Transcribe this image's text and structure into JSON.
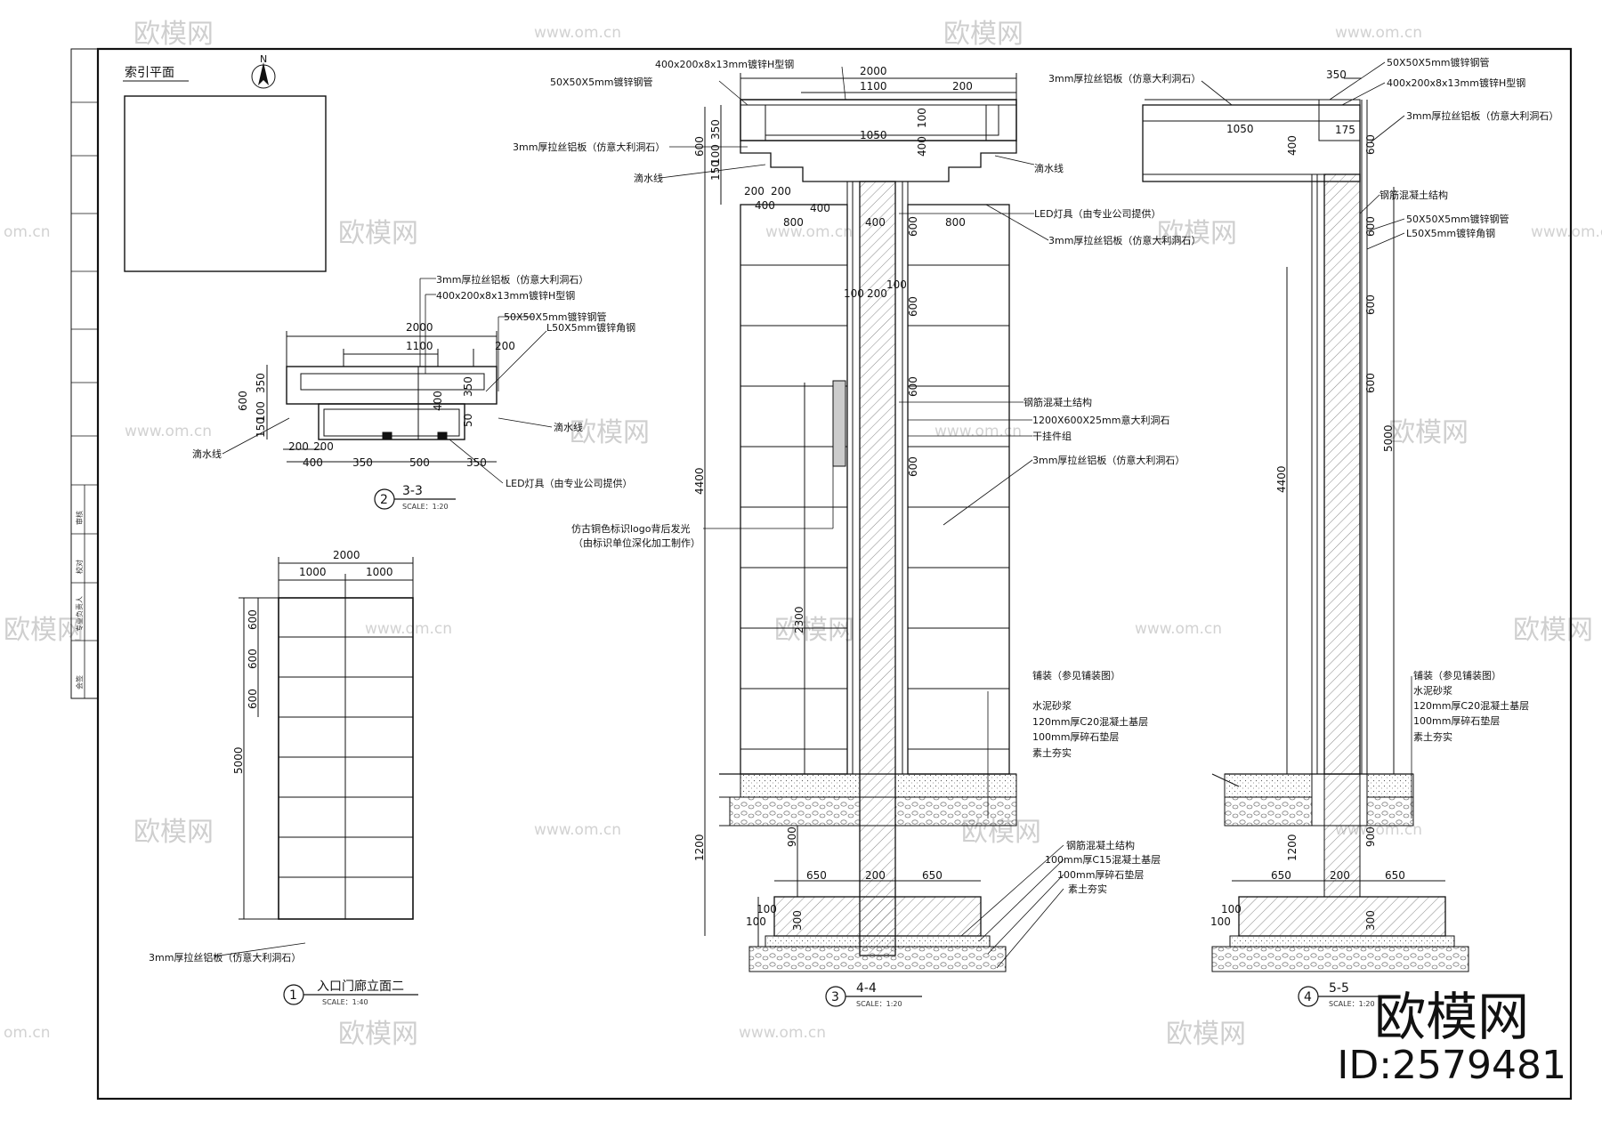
{
  "watermark": {
    "text": "欧模网",
    "url": "www.om.cn",
    "url_cut": "om.cn",
    "text_cut": "欧模网"
  },
  "brand": {
    "name": "欧模网",
    "id": "ID:2579481"
  },
  "north": "N",
  "index_plan": {
    "title": "索引平面"
  },
  "title_block": {
    "rows": [
      "会签",
      "专业负责人",
      "校对",
      "审核"
    ]
  },
  "section_33": {
    "number": "2",
    "title": "3-3",
    "scale": "SCALE：1:20",
    "labels": [
      "3mm厚拉丝铝板（仿意大利洞石）",
      "400x200x8x13mm镀锌H型钢",
      "50X50X5mm镀锌钢管",
      "L50X5mm镀锌角钢",
      "滴水线",
      "滴水线",
      "LED灯具（由专业公司提供）"
    ],
    "dims": [
      "2000",
      "1100",
      "200",
      "600",
      "350",
      "100",
      "150",
      "400",
      "350",
      "50",
      "200",
      "200",
      "400",
      "350",
      "500",
      "350"
    ]
  },
  "elevation_2": {
    "number": "1",
    "title": "入口门廊立面二",
    "scale": "SCALE：1:40",
    "label": "3mm厚拉丝铝板（仿意大利洞石）",
    "dims": [
      "2000",
      "1000",
      "1000",
      "600",
      "600",
      "600",
      "5000"
    ]
  },
  "section_44": {
    "number": "3",
    "title": "4-4",
    "scale": "SCALE：1:20",
    "top_labels": [
      "400x200x8x13mm镀锌H型钢",
      "50X50X5mm镀锌钢管",
      "3mm厚拉丝铝板（仿意大利洞石）",
      "滴水线",
      "滴水线",
      "LED灯具（由专业公司提供）",
      "3mm厚拉丝铝板（仿意大利洞石）"
    ],
    "mid_labels": [
      "钢筋混凝土结构",
      "1200X600X25mm意大利洞石",
      "干挂件组",
      "3mm厚拉丝铝板（仿意大利洞石）"
    ],
    "logo_label": [
      "仿古铜色标识logo背后发光",
      "（由标识单位深化加工制作）"
    ],
    "paving_labels": [
      "铺装（参见铺装图）",
      "水泥砂浆",
      "120mm厚C20混凝土基层",
      "100mm厚碎石垫层",
      "素土夯实"
    ],
    "footing_labels": [
      "钢筋混凝土结构",
      "100mm厚C15混凝土基层",
      "100mm厚碎石垫层",
      "素土夯实"
    ],
    "dims": [
      "2000",
      "1100",
      "200",
      "1050",
      "600",
      "350",
      "100",
      "150",
      "400",
      "100",
      "200",
      "200",
      "400",
      "400",
      "800",
      "400",
      "800",
      "600",
      "100",
      "200",
      "100",
      "600",
      "600",
      "600",
      "4400",
      "2300",
      "1200",
      "900",
      "650",
      "200",
      "650",
      "100",
      "100",
      "300"
    ]
  },
  "section_55": {
    "number": "4",
    "title": "5-5",
    "scale": "SCALE：1:20",
    "top_labels": [
      "50X50X5mm镀锌钢管",
      "3mm厚拉丝铝板（仿意大利洞石）",
      "400x200x8x13mm镀锌H型钢",
      "3mm厚拉丝铝板（仿意大利洞石）",
      "钢筋混凝土结构",
      "50X50X5mm镀锌钢管",
      "L50X5mm镀锌角钢"
    ],
    "paving_labels": [
      "铺装（参见铺装图）",
      "水泥砂浆",
      "120mm厚C20混凝土基层",
      "100mm厚碎石垫层",
      "素土夯实"
    ],
    "dims": [
      "350",
      "175",
      "1050",
      "400",
      "600",
      "600",
      "600",
      "600",
      "5000",
      "4400",
      "1200",
      "900",
      "650",
      "200",
      "650",
      "100",
      "100",
      "300"
    ]
  }
}
